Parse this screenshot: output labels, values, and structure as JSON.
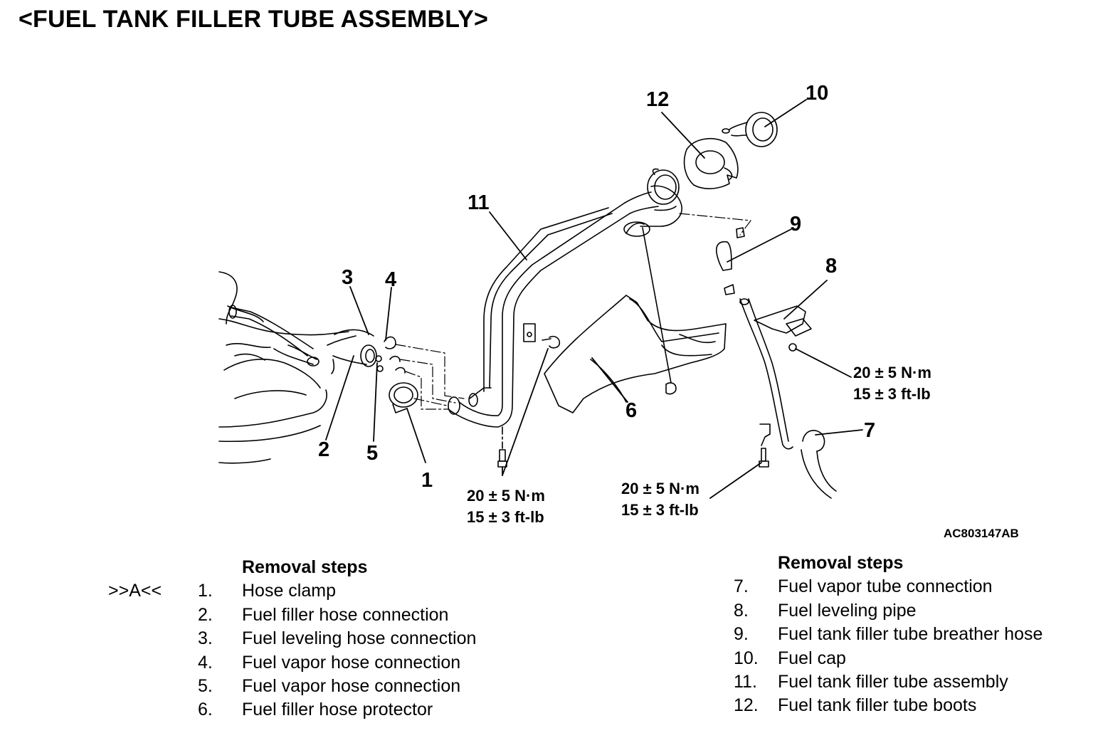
{
  "title": "<FUEL TANK FILLER TUBE ASSEMBLY>",
  "figure_code": "AC803147AB",
  "callouts": [
    "1",
    "2",
    "3",
    "4",
    "5",
    "6",
    "7",
    "8",
    "9",
    "10",
    "11",
    "12"
  ],
  "torques": [
    {
      "nm": "20 ± 5 N·m",
      "ftlb": "15 ± 3 ft-lb"
    },
    {
      "nm": "20 ± 5 N·m",
      "ftlb": "15 ± 3 ft-lb"
    },
    {
      "nm": "20 ± 5 N·m",
      "ftlb": "15 ± 3 ft-lb"
    }
  ],
  "step_marker": ">>A<<",
  "steps_left": {
    "heading": "Removal steps",
    "items": [
      {
        "num": "1.",
        "text": "Hose clamp"
      },
      {
        "num": "2.",
        "text": "Fuel filler hose connection"
      },
      {
        "num": "3.",
        "text": "Fuel leveling hose connection"
      },
      {
        "num": "4.",
        "text": "Fuel vapor hose connection"
      },
      {
        "num": "5.",
        "text": "Fuel vapor hose connection"
      },
      {
        "num": "6.",
        "text": "Fuel filler hose protector"
      }
    ]
  },
  "steps_right": {
    "heading": "Removal steps",
    "items": [
      {
        "num": "7.",
        "text": "Fuel vapor tube connection"
      },
      {
        "num": "8.",
        "text": "Fuel leveling pipe"
      },
      {
        "num": "9.",
        "text": "Fuel tank filler tube breather hose"
      },
      {
        "num": "10.",
        "text": "Fuel cap"
      },
      {
        "num": "11.",
        "text": "Fuel tank filler tube assembly"
      },
      {
        "num": "12.",
        "text": "Fuel tank filler tube boots"
      }
    ]
  }
}
